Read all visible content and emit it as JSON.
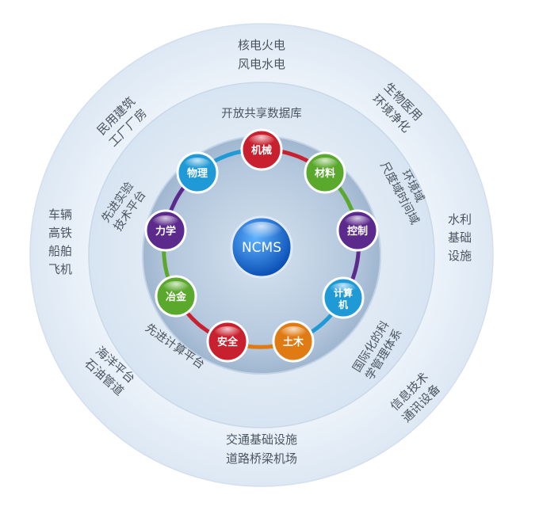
{
  "center": {
    "label": "NCMS"
  },
  "nodes": [
    {
      "label": "机械",
      "color": "#c8202e"
    },
    {
      "label": "材料",
      "color": "#5aa82c"
    },
    {
      "label": "控制",
      "color": "#5b2a8c"
    },
    {
      "label": "计算机",
      "line1": "计算",
      "line2": "机",
      "color": "#1f9ad6"
    },
    {
      "label": "土木",
      "color": "#e07b14"
    },
    {
      "label": "安全",
      "color": "#c8202e"
    },
    {
      "label": "冶金",
      "color": "#5aa82c"
    },
    {
      "label": "力学",
      "color": "#5b2a8c"
    },
    {
      "label": "物理",
      "color": "#1f9ad6"
    }
  ],
  "middle_ring": {
    "top": "开放共享数据库",
    "left_upper": [
      "先进实验",
      "技术平台"
    ],
    "left_lower": "先进计算平台",
    "right_upper": [
      "尺度域时间域",
      "环境域"
    ],
    "right_lower": [
      "国际化的科",
      "学管理体系"
    ]
  },
  "outer_ring": {
    "top": [
      "核电火电",
      "风电水电"
    ],
    "top_right": [
      "生物医用",
      "环境净化"
    ],
    "top_left": [
      "民用建筑",
      "工厂厂房"
    ],
    "left": [
      "车辆",
      "高铁",
      "船舶",
      "飞机"
    ],
    "right": [
      "水利",
      "基础",
      "设施"
    ],
    "bottom_left": [
      "石油管道",
      "海洋平台"
    ],
    "bottom_right": [
      "信息技术",
      "通讯设备"
    ],
    "bottom": [
      "交通基础设施",
      "道路桥梁机场"
    ]
  }
}
